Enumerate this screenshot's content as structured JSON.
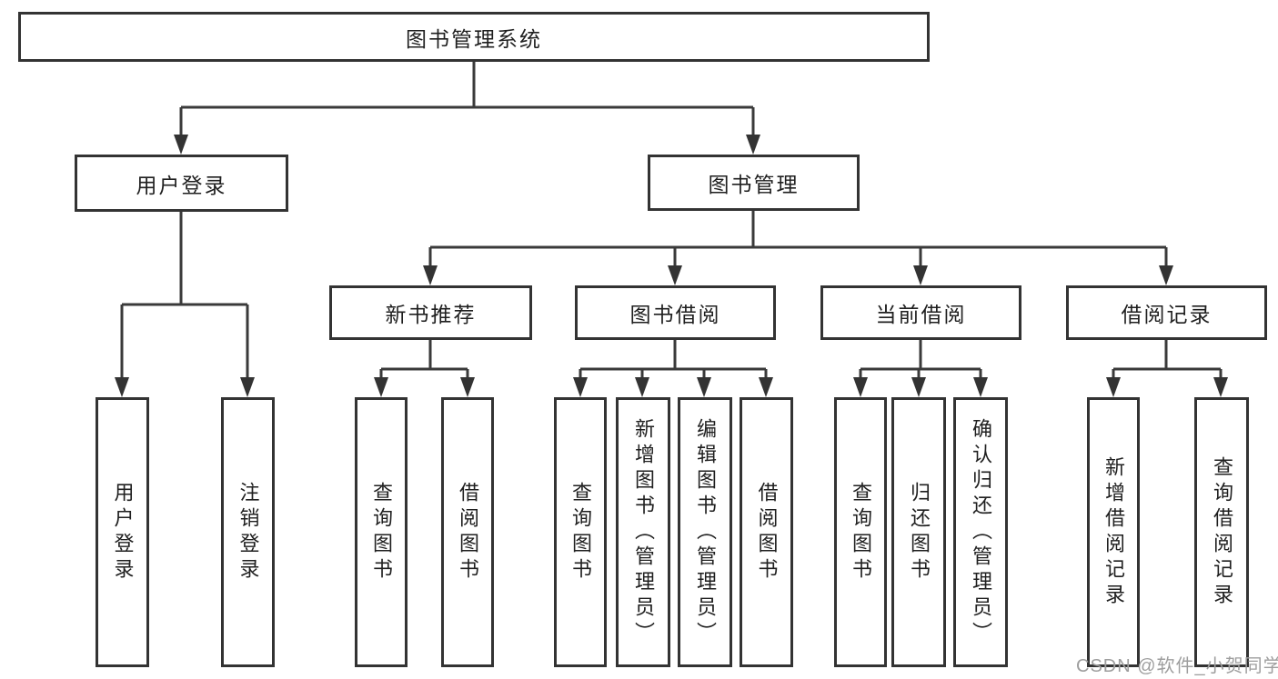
{
  "nodes": {
    "root": "图书管理系统",
    "user_login": "用户登录",
    "book_mgmt": "图书管理",
    "new_books": "新书推荐",
    "book_borrow": "图书借阅",
    "current_borrow": "当前借阅",
    "borrow_records": "借阅记录",
    "leaf_user_login": "用户登录",
    "leaf_logout": "注销登录",
    "leaf_nb_query": "查询图书",
    "leaf_nb_borrow": "借阅图书",
    "leaf_bb_query": "查询图书",
    "leaf_bb_add": "新增图书（管理员）",
    "leaf_bb_edit": "编辑图书（管理员）",
    "leaf_bb_borrow": "借阅图书",
    "leaf_cb_query": "查询图书",
    "leaf_cb_return": "归还图书",
    "leaf_cb_confirm": "确认归还（管理员）",
    "leaf_br_add": "新增借阅记录",
    "leaf_br_query": "查询借阅记录"
  },
  "hierarchy": {
    "图书管理系统": {
      "用户登录": [
        "用户登录",
        "注销登录"
      ],
      "图书管理": {
        "新书推荐": [
          "查询图书",
          "借阅图书"
        ],
        "图书借阅": [
          "查询图书",
          "新增图书（管理员）",
          "编辑图书（管理员）",
          "借阅图书"
        ],
        "当前借阅": [
          "查询图书",
          "归还图书",
          "确认归还（管理员）"
        ],
        "借阅记录": [
          "新增借阅记录",
          "查询借阅记录"
        ]
      }
    }
  },
  "watermark": "CSDN @软件_小贺同学",
  "colors": {
    "background": "#ffffff",
    "box_border": "#333333",
    "connector_line": "#3a3a3a",
    "text": "#1f1f1f",
    "watermark_text": "#9e9e9e"
  }
}
